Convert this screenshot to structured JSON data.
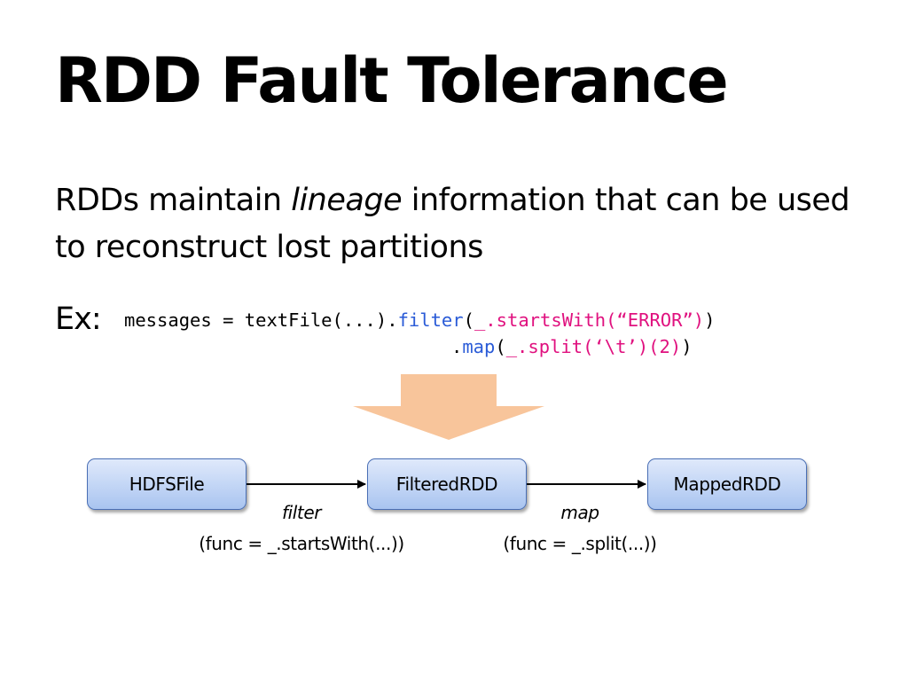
{
  "slide": {
    "title": "RDD Fault Tolerance",
    "body": {
      "before": "RDDs maintain ",
      "emphasis": "lineage",
      "after": " information that can be used to reconstruct lost partitions"
    },
    "example_label": "Ex:",
    "code": {
      "line1": {
        "prefix": "messages = textFile(...).",
        "method": "filter",
        "open": "(",
        "arg": "_.startsWith(“ERROR”)",
        "close": ")"
      },
      "line2": {
        "prefix": ".",
        "method": "map",
        "open": "(",
        "arg": "_.split(‘\\t’)(2)",
        "close": ")"
      }
    }
  },
  "diagram": {
    "nodes": [
      {
        "label": "HDFSFile"
      },
      {
        "label": "FilteredRDD"
      },
      {
        "label": "MappedRDD"
      }
    ],
    "edges": [
      {
        "op": "filter",
        "func": "(func = _.startsWith(...))"
      },
      {
        "op": "map",
        "func": "(func = _.split(...))"
      }
    ],
    "colors": {
      "big_arrow": "#f8c59b",
      "node_border": "#4a6fb5",
      "node_fill_top": "#dfe9fb",
      "node_fill_bottom": "#a9c4f0",
      "code_method": "#2a5bd7",
      "code_arg": "#e0117f"
    }
  }
}
